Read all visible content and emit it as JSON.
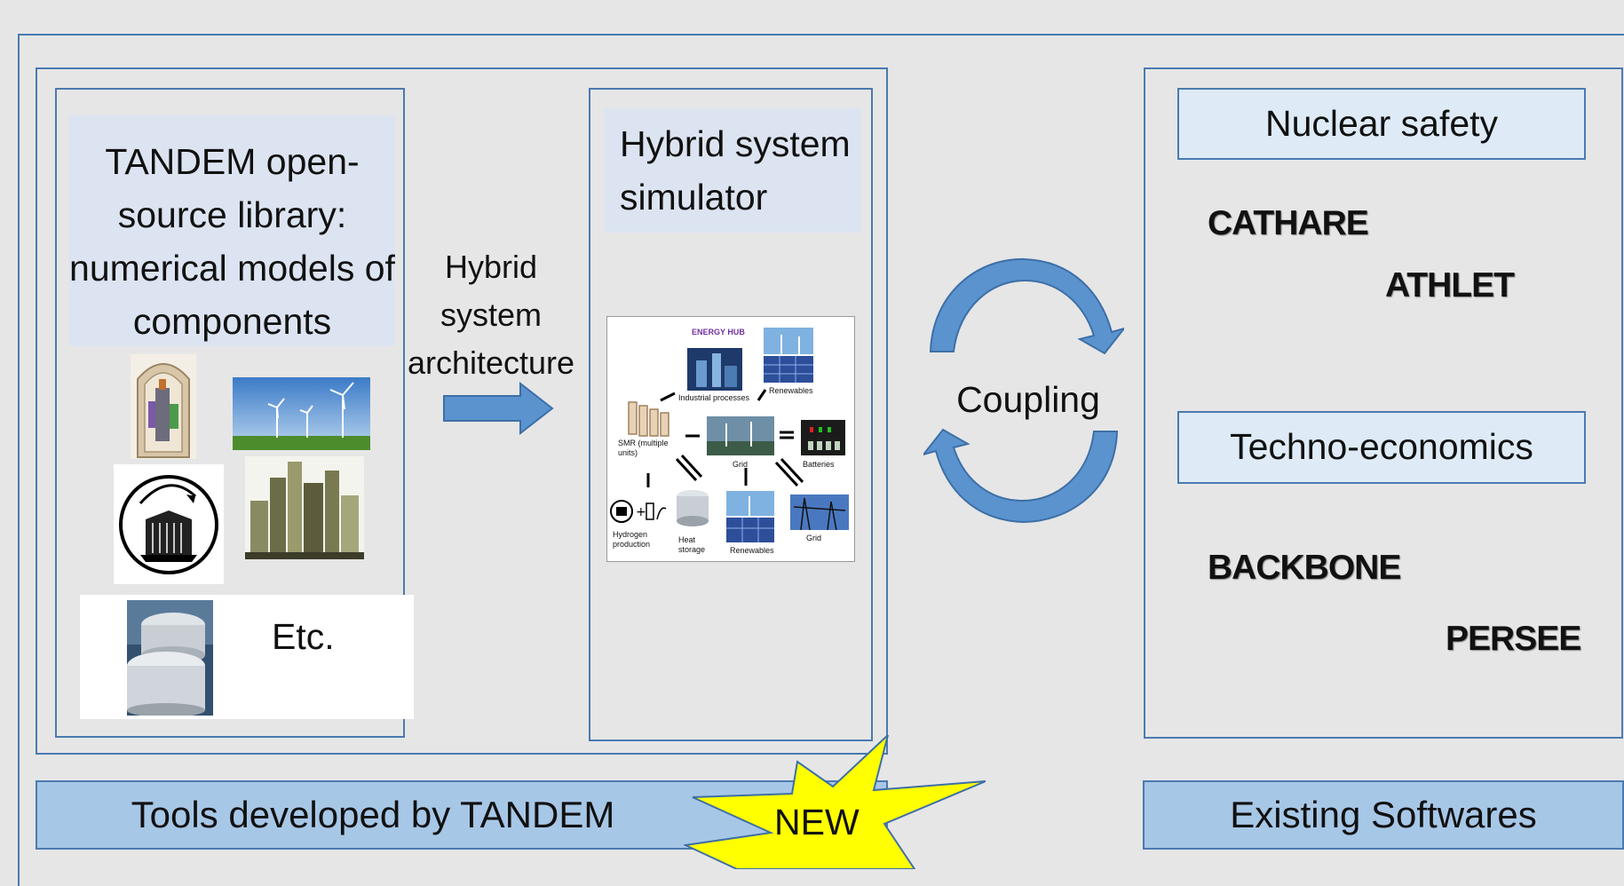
{
  "library": {
    "title": "TANDEM open-source library: numerical models of components",
    "etc": "Etc."
  },
  "architecture_label": "Hybrid system architecture",
  "simulator": {
    "title": "Hybrid system simulator",
    "hub": {
      "title": "ENERGY HUB",
      "industrial": "Industrial processes",
      "renewables_top": "Renewables",
      "smr": "SMR (multiple units)",
      "grid_mid": "Grid",
      "batteries": "Batteries",
      "hydrogen": "Hydrogen production",
      "heat": "Heat storage",
      "renewables_bottom": "Renewables",
      "grid_bottom": "Grid"
    }
  },
  "coupling_label": "Coupling",
  "existing": {
    "nuclear_header": "Nuclear safety",
    "nuclear_tools": [
      "CATHARE",
      "ATHLET"
    ],
    "techno_header": "Techno-economics",
    "techno_tools": [
      "BACKBONE",
      "PERSEE"
    ]
  },
  "bars": {
    "tools": "Tools developed by TANDEM",
    "new_badge": "NEW",
    "existing": "Existing Softwares"
  },
  "colors": {
    "frame": "#4a7ab0",
    "title_bg": "#dce4f1",
    "bar_bg": "#a7c7e7",
    "arrow": "#5b93cf",
    "badge": "#ffff00"
  }
}
